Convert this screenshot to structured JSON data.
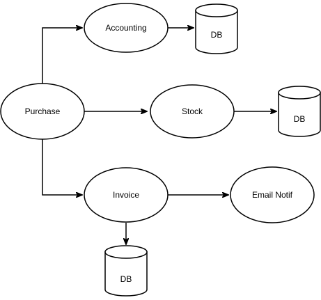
{
  "nodes": {
    "purchase": {
      "label": "Purchase"
    },
    "accounting": {
      "label": "Accounting"
    },
    "stock": {
      "label": "Stock"
    },
    "invoice": {
      "label": "Invoice"
    },
    "email_notif": {
      "label": "Email Notif"
    },
    "db_accounting": {
      "label": "DB"
    },
    "db_stock": {
      "label": "DB"
    },
    "db_invoice": {
      "label": "DB"
    }
  },
  "edges": [
    {
      "from": "Purchase",
      "to": "Accounting"
    },
    {
      "from": "Purchase",
      "to": "Stock"
    },
    {
      "from": "Purchase",
      "to": "Invoice"
    },
    {
      "from": "Accounting",
      "to": "DB"
    },
    {
      "from": "Stock",
      "to": "DB"
    },
    {
      "from": "Invoice",
      "to": "Email Notif"
    },
    {
      "from": "Invoice",
      "to": "DB"
    }
  ],
  "colors": {
    "stroke": "#000000",
    "fill": "#ffffff"
  }
}
